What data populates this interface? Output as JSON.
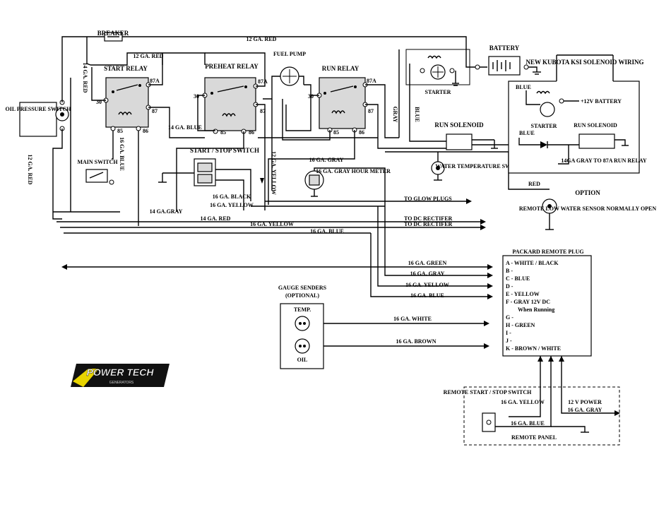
{
  "labels": {
    "breaker": "BREAKER",
    "red_top": "12 GA. RED",
    "red_mid": "12 GA. RED",
    "red_left_vert": "12 GA. RED",
    "red_14": "14 GA. RED",
    "oil_pressure_switch": "OIL PRESSURE SWITCH",
    "start_relay": "START RELAY",
    "preheat_relay": "PREHEAT RELAY",
    "run_relay": "RUN RELAY",
    "fuel_pump": "FUEL PUMP",
    "battery": "BATTERY",
    "starter": "STARTER",
    "run_solenoid": "RUN SOLENOID",
    "water_temp_switch": "WATER TEMPERATURE SWITCH",
    "main_switch": "MAIN SWITCH",
    "start_stop_switch": "START / STOP SWITCH",
    "hour_meter": "16 GA. GRAY HOUR METER",
    "gray_16": "16 GA. GRAY",
    "blue_14": "14 GA. BLUE",
    "blue_16_vert": "16 GA. BLUE",
    "yellow_12_vert": "12 GA. YELLOW",
    "gray_vert": "GRAY",
    "blue_vert": "BLUE",
    "black_16": "16 GA. BLACK",
    "yellow_16": "16 GA. YELLOW",
    "gray_14": "14 GA.GRAY",
    "red_14b": "14 GA. RED",
    "yellow_16b": "16 GA. YELLOW",
    "blue_16b": "16 GA. BLUE",
    "to_glow_plugs": "TO GLOW PLUGS",
    "to_dc_rectifier_1": "TO DC RECTIFER",
    "to_dc_rectifier_2": "TO DC RECTIFER",
    "green_16": "16 GA. GREEN",
    "gray_16b": "16 GA. GRAY",
    "yellow_16c": "16 GA. YELLOW",
    "blue_16c": "16 GA. BLUE",
    "white_16": "16 GA. WHITE",
    "brown_16": "16 GA. BROWN",
    "gauge_senders": "GAUGE SENDERS",
    "optional": "(OPTIONAL)",
    "temp": "TEMP.",
    "oil": "OIL",
    "red_option": "RED",
    "option": "OPTION",
    "remote_low_water": "REMOTE LOW WATER SENSOR NORMALLY OPEN",
    "t87a_1": "87A",
    "t87a_2": "87A",
    "t87a_3": "87A",
    "t30_1": "30",
    "t30_2": "30",
    "t30_3": "30",
    "t87_1": "87",
    "t87_2": "87",
    "t87_3": "87",
    "t85_1": "85",
    "t85_2": "85",
    "t85_3": "85",
    "t86_1": "86",
    "t86_2": "86",
    "t86_3": "86"
  },
  "kubota": {
    "title": "NEW KUBOTA KSI SOLENOID WIRING",
    "blue1": "BLUE",
    "battery12": "+12V BATTERY",
    "starter": "STARTER",
    "blue2": "BLUE",
    "run_solenoid": "RUN SOLENOID",
    "gray_note": "14GA GRAY TO 87A RUN RELAY"
  },
  "packard": {
    "title": "PACKARD REMOTE PLUG",
    "pins": [
      "A - WHITE / BLACK",
      "B -",
      "C - BLUE",
      "D -",
      "E - YELLOW",
      "F - GRAY 12V DC",
      "When Running",
      "G -",
      "H - GREEN",
      "I -",
      "J -",
      "K - BROWN / WHITE"
    ]
  },
  "remote": {
    "title": "REMOTE START / STOP SWITCH",
    "yellow": "16 GA. YELLOW",
    "blue": "16 GA. BLUE",
    "power": "12 V POWER",
    "gray": "16 GA. GRAY",
    "panel": "REMOTE PANEL"
  },
  "logo": {
    "text": "POWER TECH",
    "sub": "GENERATORS"
  }
}
